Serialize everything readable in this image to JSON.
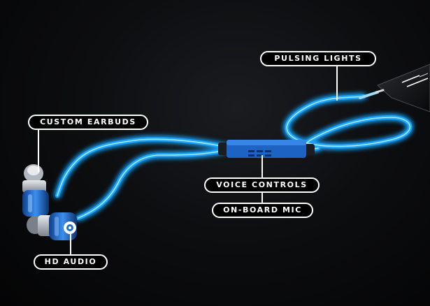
{
  "callouts": {
    "pulsing_lights": "PULSING LIGHTS",
    "custom_earbuds": "CUSTOM EARBUDS",
    "voice_controls": "VOICE CONTROLS",
    "on_board_mic": "ON-BOARD MIC",
    "hd_audio": "HD AUDIO"
  },
  "colors": {
    "cable_glow": "#1fa6ff",
    "cable_core": "#bff0ff",
    "earbud_blue": "#1e6fd0",
    "label_border": "#ffffff",
    "background": "#0b0c0e"
  }
}
